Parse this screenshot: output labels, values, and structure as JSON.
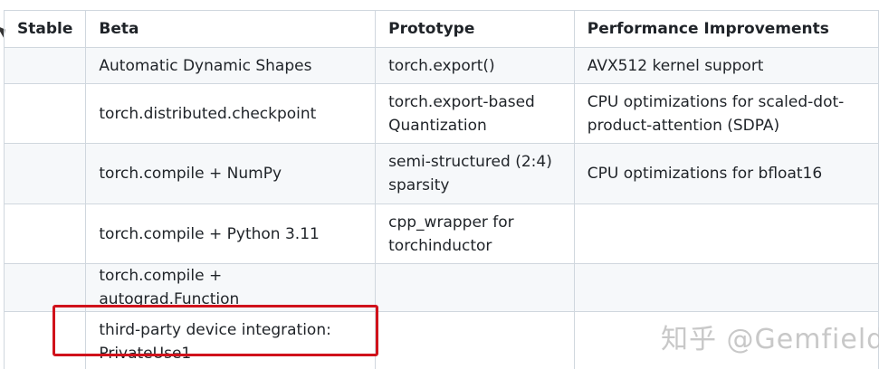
{
  "table": {
    "headers": [
      "Stable",
      "Beta",
      "Prototype",
      "Performance Improvements"
    ],
    "rows": [
      [
        "",
        "Automatic Dynamic Shapes",
        "torch.export()",
        "AVX512 kernel support"
      ],
      [
        "",
        "torch.distributed.checkpoint",
        "torch.export-based Quantization",
        "CPU optimizations for scaled-dot-product-attention (SDPA)"
      ],
      [
        "",
        "torch.compile + NumPy",
        "semi-structured (2:4) sparsity",
        "CPU optimizations for bfloat16"
      ],
      [
        "",
        "torch.compile + Python 3.11",
        "cpp_wrapper for torchinductor",
        ""
      ],
      [
        "",
        "torch.compile + autograd.Function",
        "",
        ""
      ],
      [
        "",
        "third-party device integration: PrivateUse1",
        "",
        ""
      ]
    ]
  },
  "highlight": {
    "color": "#d0121b",
    "target": "third-party device integration: PrivateUse1"
  },
  "watermark": {
    "text": "知乎 @Gemfield"
  },
  "colors": {
    "border": "#d0d7de",
    "alt_row": "#f6f8fa",
    "text": "#1f2328"
  }
}
